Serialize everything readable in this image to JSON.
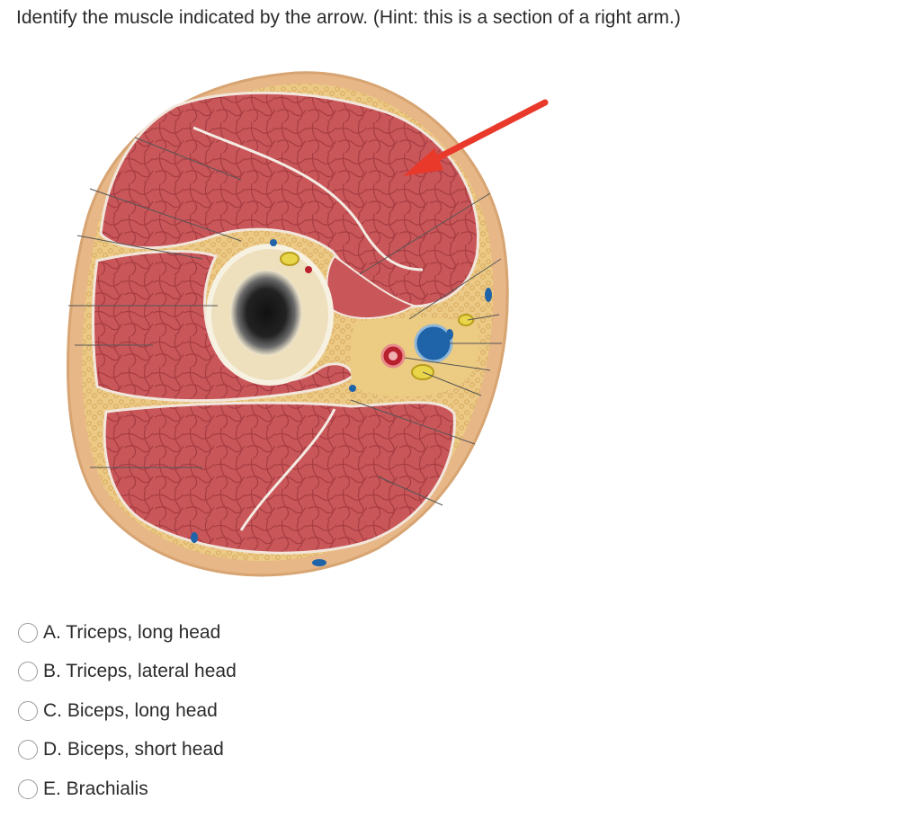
{
  "question": {
    "text": "Identify the muscle indicated by the arrow.  (Hint: this is a section of a right arm.)"
  },
  "figure": {
    "icon": "arm-cross-section-illustration",
    "arrow_color": "#e8392b"
  },
  "options": [
    {
      "label": "A. Triceps, long head",
      "selected": false
    },
    {
      "label": "B. Triceps, lateral head",
      "selected": false
    },
    {
      "label": "C. Biceps, long head",
      "selected": false
    },
    {
      "label": "D. Biceps, short head",
      "selected": false
    },
    {
      "label": "E. Brachialis",
      "selected": false
    }
  ]
}
